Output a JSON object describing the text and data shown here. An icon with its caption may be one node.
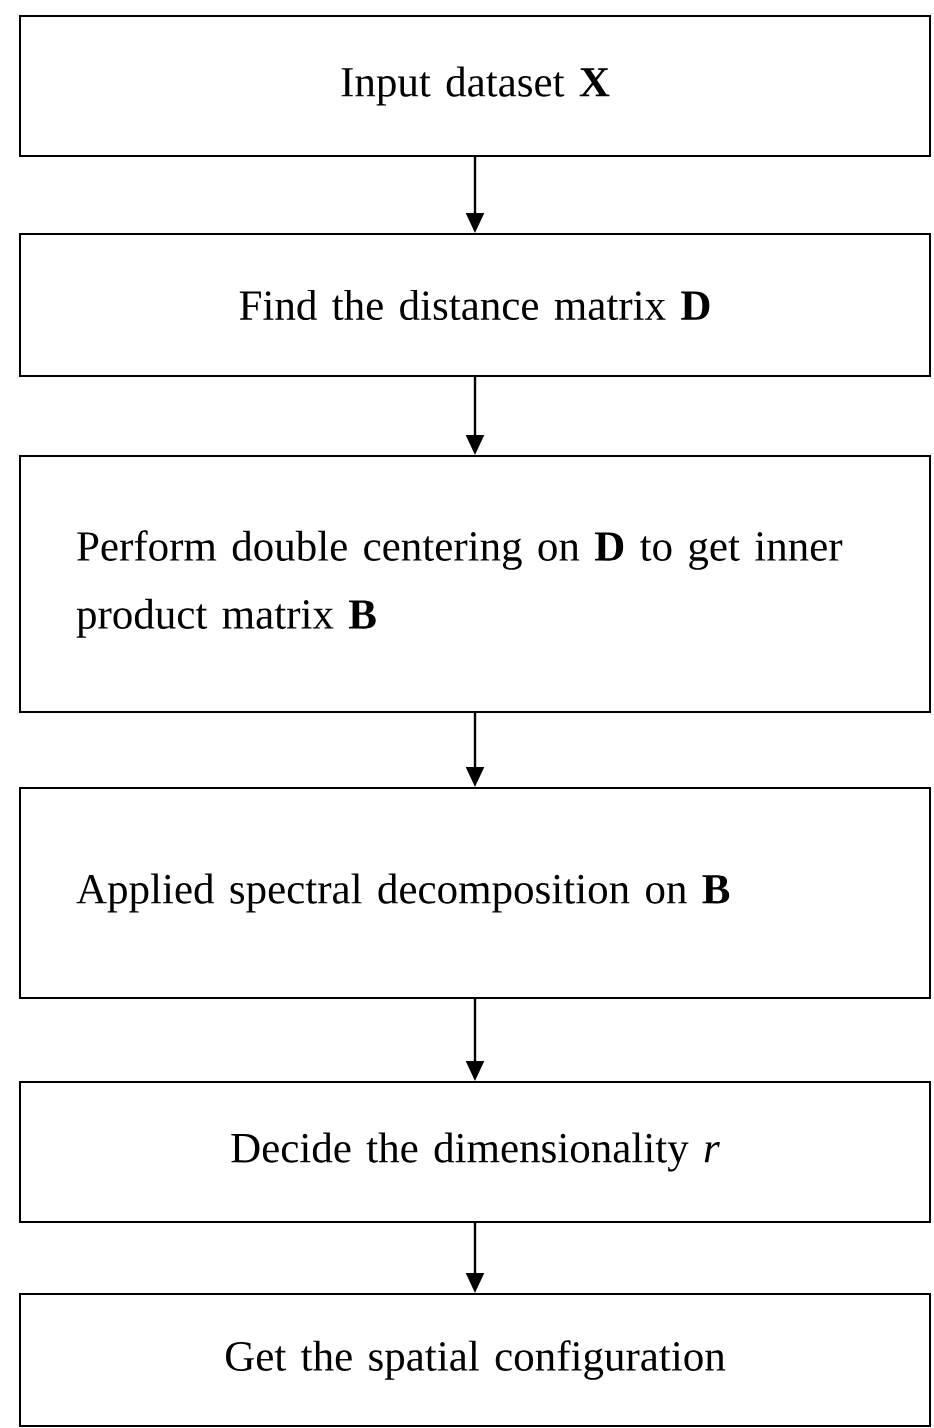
{
  "diagram": {
    "nodes": [
      {
        "text": [
          "Input dataset  **X**"
        ]
      },
      {
        "text": [
          "Find the distance matrix  **D**"
        ]
      },
      {
        "text": [
          "Perform double centering on  **D** to get inner product matrix  **B**"
        ]
      },
      {
        "text": [
          "Applied spectral decomposition on  **B**"
        ]
      },
      {
        "text": [
          "Decide the dimensionality  *r*"
        ]
      },
      {
        "text": [
          "Get the spatial configuration"
        ]
      }
    ],
    "edges": [
      {
        "from": 0,
        "to": 1,
        "arrow": "to"
      },
      {
        "from": 1,
        "to": 2,
        "arrow": "to"
      },
      {
        "from": 2,
        "to": 3,
        "arrow": "to"
      },
      {
        "from": 3,
        "to": 4,
        "arrow": "to"
      },
      {
        "from": 4,
        "to": 5,
        "arrow": "to"
      }
    ]
  }
}
